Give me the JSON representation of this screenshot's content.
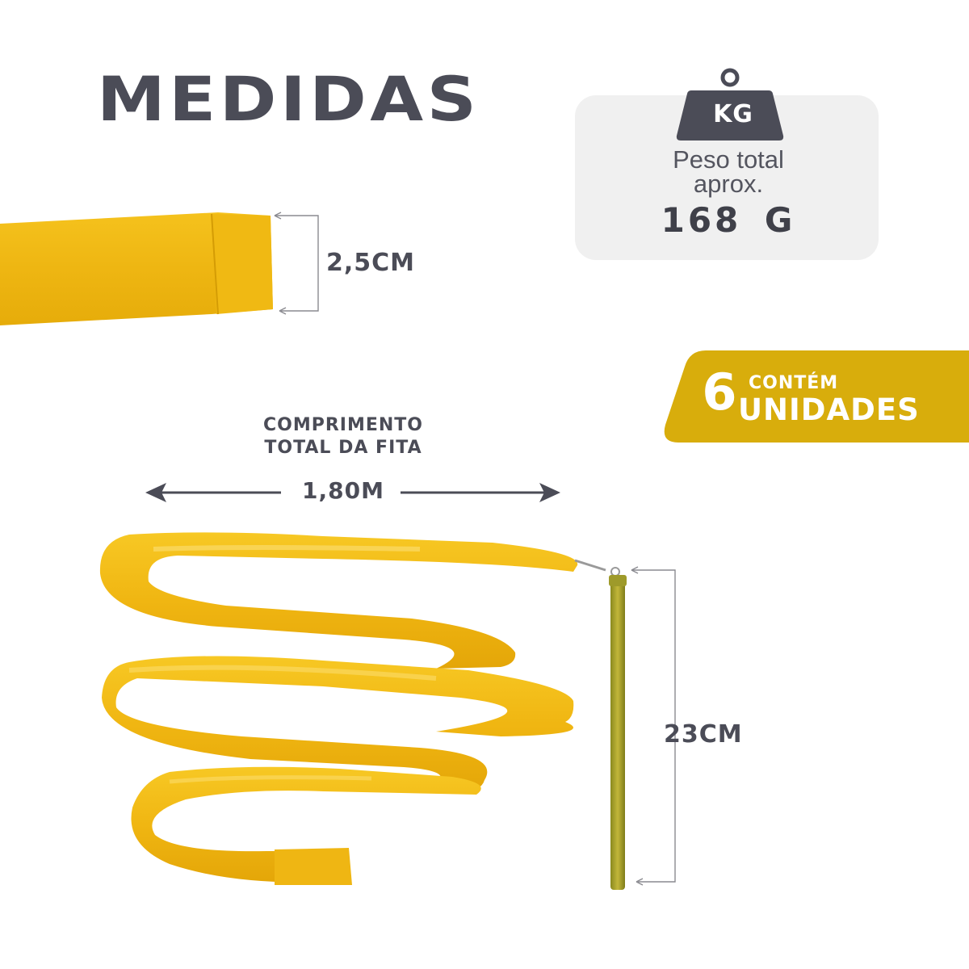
{
  "heading": {
    "title": "MEDIDAS"
  },
  "weight": {
    "unit_badge": "KG",
    "caption_line1": "Peso total",
    "caption_line2": "aprox.",
    "value": "168 G"
  },
  "ribbon_width": {
    "label": "2,5CM"
  },
  "quantity": {
    "number": "6",
    "small_text": "CONTÉM",
    "large_text": "UNIDADES"
  },
  "ribbon_length": {
    "caption_line1": "COMPRIMENTO",
    "caption_line2": "TOTAL DA FITA",
    "label": "1,80M"
  },
  "stick_length": {
    "label": "23CM"
  },
  "icons": [
    "weight-kg-icon",
    "dimension-arrow-icon"
  ],
  "colors": {
    "text": "#4b4c57",
    "ribbon": "#f2bb1a",
    "banner": "#d8ad0c",
    "card": "#f0f0f0"
  }
}
